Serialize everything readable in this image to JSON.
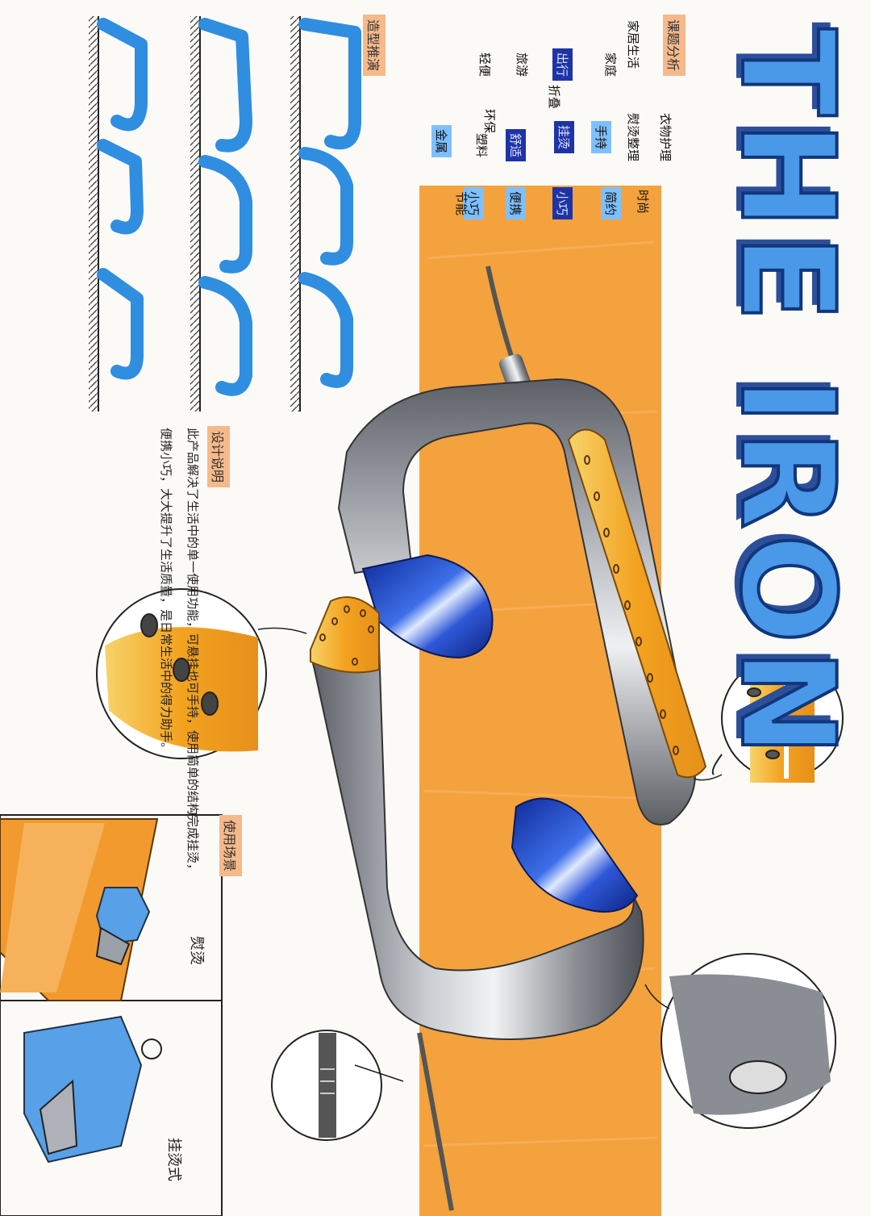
{
  "title": "THE IRON",
  "sections": {
    "research": "课题分析",
    "form": "造型推演",
    "design": "设计说明",
    "scene": "使用场景"
  },
  "mindmap": {
    "col1": [
      "衣物护理",
      "熨烫整理",
      "手持",
      "挂烫"
    ],
    "col2": [
      "家居生活",
      "家庭"
    ],
    "col3": [
      "出行",
      "旅游",
      "轻便"
    ],
    "row_right": [
      "时尚",
      "简约",
      "小巧",
      "便携"
    ],
    "row_mid": [
      "塑料",
      "金属"
    ],
    "row_left": [
      "舒适",
      "小巧"
    ],
    "small": [
      "环保",
      "节能",
      "折叠"
    ]
  },
  "description": "此产品解决了生活中的单一使用功能，可悬挂也可手持，使用简单的结构完成挂烫，便携小巧，大大提升了生活质量，是日常生活中的得力助手。",
  "scene_labels": [
    "熨烫",
    "挂烫式"
  ],
  "colors": {
    "accent_blue": "#4a98e8",
    "navy": "#1e34a6",
    "orange": "#f39a2e",
    "gold": "#f3b42a",
    "gray": "#8c8f95"
  },
  "icons": [
    "hook-icon",
    "iron-icon",
    "shirt-icon",
    "hanger-icon"
  ]
}
